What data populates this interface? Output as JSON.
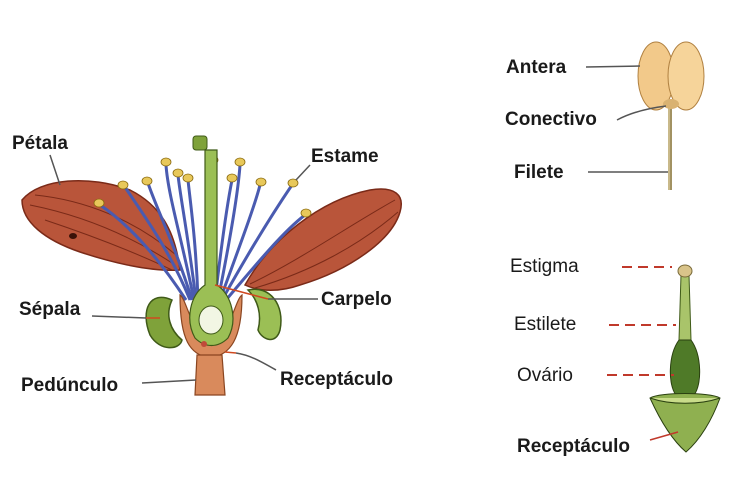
{
  "flower_section": {
    "labels": {
      "petala": "Pétala",
      "estame": "Estame",
      "sepala": "Sépala",
      "carpelo": "Carpelo",
      "pedunculo": "Pedúnculo",
      "receptaculo": "Receptáculo"
    }
  },
  "stamen_detail": {
    "labels": {
      "antera": "Antera",
      "conectivo": "Conectivo",
      "filete": "Filete"
    }
  },
  "carpel_detail": {
    "labels": {
      "estigma": "Estigma",
      "estilete": "Estilete",
      "ovario": "Ovário",
      "receptaculo": "Receptáculo"
    }
  },
  "colors": {
    "petal": "#b9553a",
    "petal_vein": "#7a2a18",
    "filament": "#4a5bb0",
    "anther": "#e8c85a",
    "carpel_green": "#7fa23a",
    "stem": "#d98a5c",
    "leader_line": "#555555",
    "leader_red": "#c0392b"
  }
}
